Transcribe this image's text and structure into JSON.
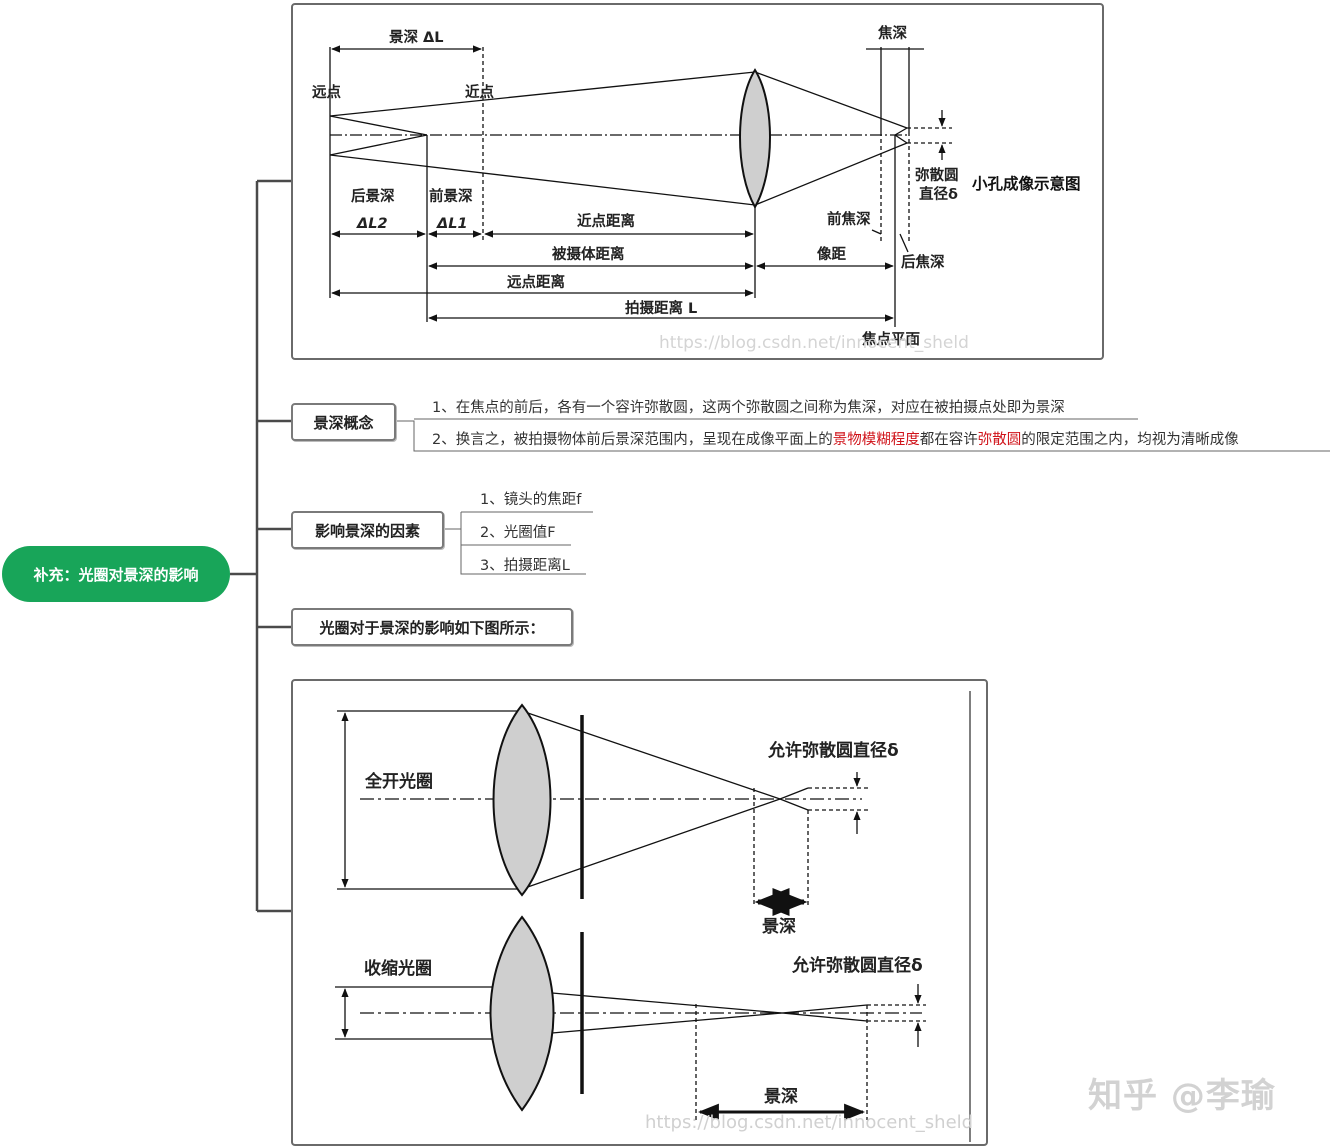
{
  "root": {
    "label": "补充：光圈对景深的影响"
  },
  "diagram1": {
    "caption": "小孔成像示意图",
    "labels": {
      "depth_of_field": "景深 ΔL",
      "far_point": "远点",
      "near_point": "近点",
      "focal_depth": "焦深",
      "circle_of_confusion_1": "弥散圆",
      "circle_of_confusion_2": "直径δ",
      "rear_dof": "后景深",
      "front_dof": "前景深",
      "delta_l2": "ΔL2",
      "delta_l1": "ΔL1",
      "near_distance": "近点距离",
      "front_focal_depth": "前焦深",
      "subject_distance": "被摄体距离",
      "image_distance": "像距",
      "rear_focal_depth": "后焦深",
      "far_distance": "远点距离",
      "shooting_distance": "拍摄距离 L",
      "focal_plane": "焦点平面"
    },
    "watermark": "https://blog.csdn.net/innocent_sheld"
  },
  "concept": {
    "title": "景深概念",
    "line1": "1、在焦点的前后，各有一个容许弥散圆，这两个弥散圆之间称为焦深，对应在被拍摄点处即为景深",
    "line2_a": "2、换言之，被拍摄物体前后景深范围内，呈现在成像平面上的",
    "line2_b": "景物模糊程度",
    "line2_c": "都在容许",
    "line2_d": "弥散圆",
    "line2_e": "的限定范围之内，均视为清晰成像"
  },
  "factors": {
    "title": "影响景深的因素",
    "items": [
      "1、镜头的焦距f",
      "2、光圈值F",
      "3、拍摄距离L"
    ]
  },
  "aperture": {
    "title": "光圈对于景深的影响如下图所示："
  },
  "diagram2": {
    "wide_open": "全开光圈",
    "wide_coc": "允许弥散圆直径δ",
    "wide_dof": "景深",
    "stopped": "收缩光圈",
    "stopped_coc": "允许弥散圆直径δ",
    "stopped_dof": "景深",
    "watermark": "https://blog.csdn.net/innocent_sheld"
  },
  "zhihu_watermark": "知乎 @李瑜",
  "colors": {
    "root_green": "#18a559",
    "connector": "#4a4a4a",
    "highlight_red": "#d0131a",
    "lens_fill": "#cfcfcf"
  }
}
